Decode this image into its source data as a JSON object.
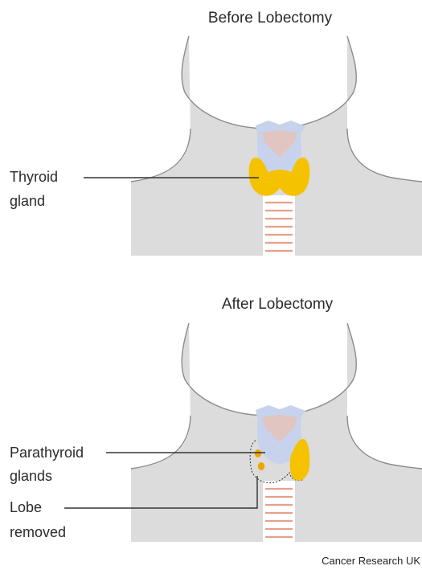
{
  "panels": [
    {
      "title": "Before Lobectomy",
      "labels": {
        "thyroid": [
          "Thyroid",
          "gland"
        ]
      }
    },
    {
      "title": "After Lobectomy",
      "labels": {
        "parathyroid": [
          "Parathyroid",
          "glands"
        ],
        "lobe": [
          "Lobe",
          "removed"
        ]
      }
    }
  ],
  "credit": "Cancer Research UK",
  "colors": {
    "skin": "#dcdcdc",
    "outline": "#8c8c8c",
    "thyroid": "#f5c200",
    "parathyroid": "#f0a500",
    "larynx": "#c7d3ec",
    "cartilage": "#e3c3bc",
    "trachea_ring": "#e7a08c"
  }
}
